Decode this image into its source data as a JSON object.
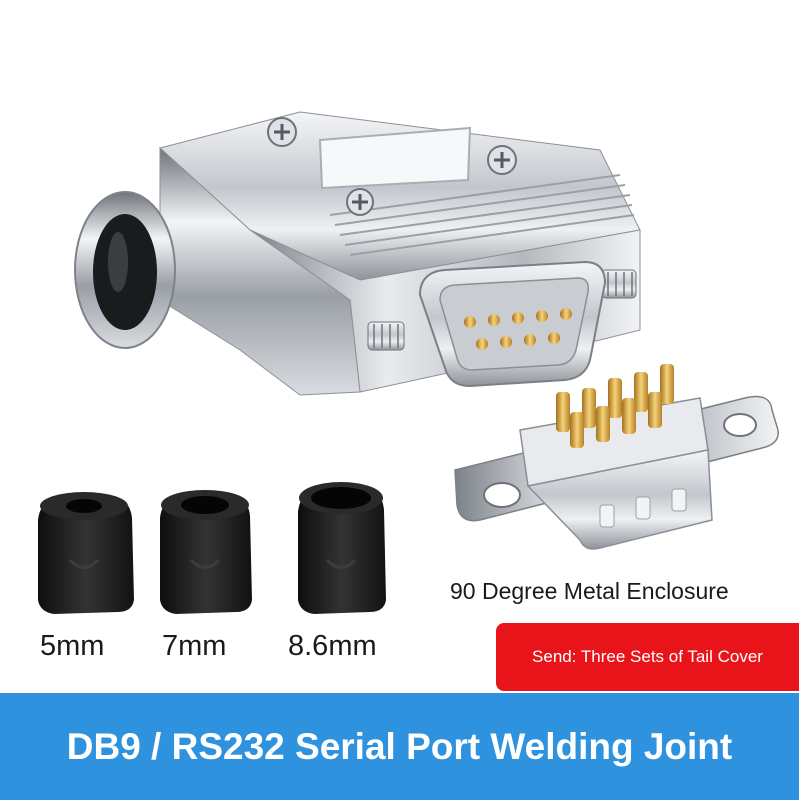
{
  "product": {
    "title": "DB9 / RS232 Serial Port Welding Joint",
    "enclosure_label": "90 Degree Metal Enclosure",
    "promo_text": "Send: Three Sets of Tail Cover"
  },
  "tail_covers": [
    {
      "label": "5mm"
    },
    {
      "label": "7mm"
    },
    {
      "label": "8.6mm"
    }
  ],
  "colors": {
    "banner": "#2f92de",
    "promo": "#e8141a",
    "metal": "#c8ccd2",
    "gold": "#d4a03a",
    "rubber": "#1c1c1c"
  }
}
